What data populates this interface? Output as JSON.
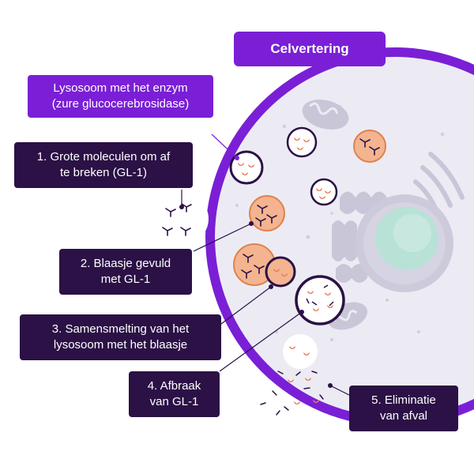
{
  "title": "Celvertering",
  "labels": {
    "lysosome": [
      "Lysosoom met het enzym",
      "(zure glucocerebrosidase)"
    ],
    "step1": [
      "1. Grote moleculen om af",
      "te breken (GL-1)"
    ],
    "step2": [
      "2. Blaasje gevuld",
      "met GL-1"
    ],
    "step3": [
      "3. Samensmelting van het",
      "lysosoom met het blaasje"
    ],
    "step4": [
      "4. Afbraak",
      "van GL-1"
    ],
    "step5": [
      "5. Eliminatie",
      "van afval"
    ]
  },
  "colors": {
    "membrane": "#7a1fd6",
    "cytoplasm": "#ecebf4",
    "organelle": "#c9c6d8",
    "nucleus_core": "#b8e2d6",
    "vesicle": "#f3b48f",
    "vesicle_stroke": "#e0824e",
    "lysosome_ring": "#2b1145",
    "label_dark": "#2b1145",
    "label_violet": "#7a1fd6",
    "title_bg": "#7a1fd6"
  }
}
